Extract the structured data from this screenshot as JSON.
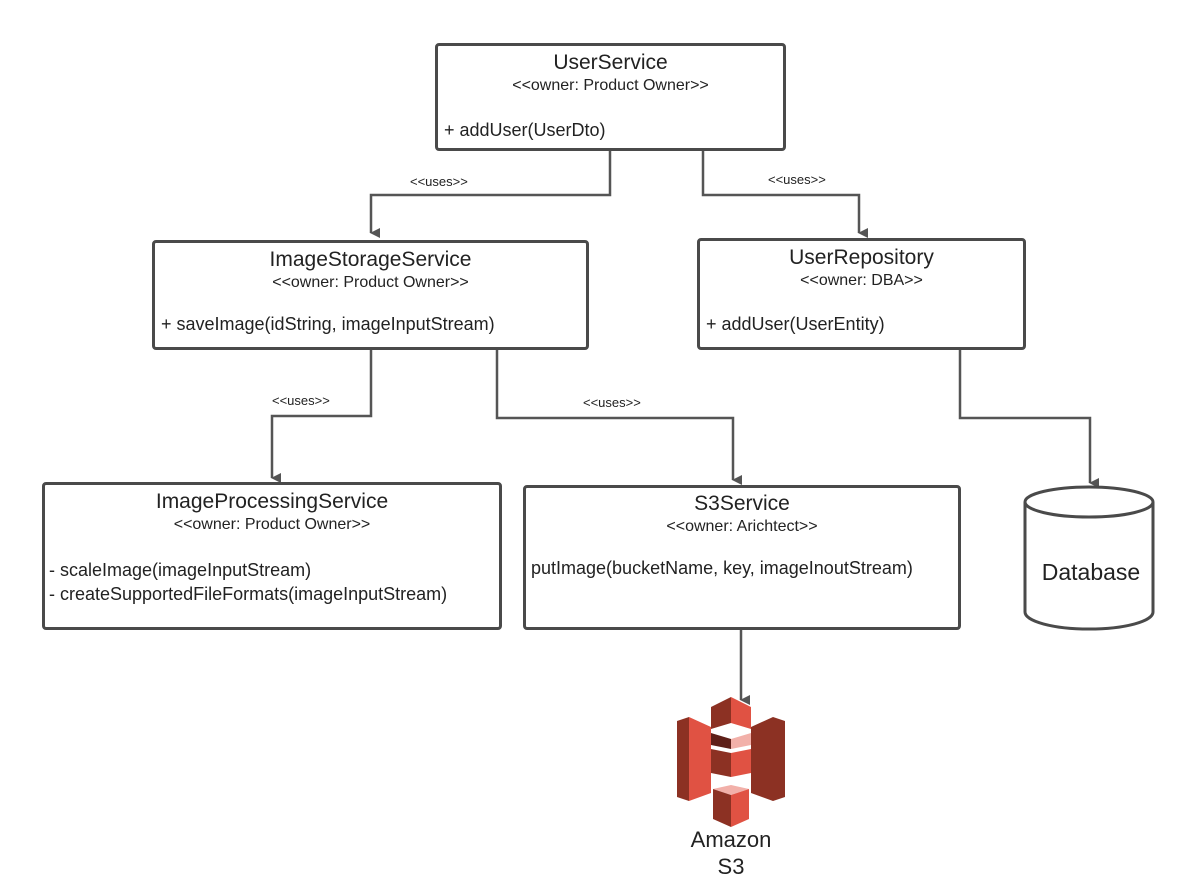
{
  "user_service": {
    "title": "UserService",
    "owner": "<<owner: Product Owner>>",
    "methods": [
      "+ addUser(UserDto)"
    ]
  },
  "image_storage_service": {
    "title": "ImageStorageService",
    "owner": "<<owner: Product Owner>>",
    "methods": [
      "+ saveImage(idString, imageInputStream)"
    ]
  },
  "user_repository": {
    "title": "UserRepository",
    "owner": "<<owner: DBA>>",
    "methods": [
      "+ addUser(UserEntity)"
    ]
  },
  "image_processing_service": {
    "title": "ImageProcessingService",
    "owner": "<<owner: Product Owner>>",
    "methods": [
      "- scaleImage(imageInputStream)",
      "- createSupportedFileFormats(imageInputStream)"
    ]
  },
  "s3_service": {
    "title": "S3Service",
    "owner": "<<owner: Arichtect>>",
    "methods": [
      "putImage(bucketName, key, imageInoutStream)"
    ]
  },
  "relations": [
    {
      "label": "<<uses>>"
    },
    {
      "label": "<<uses>>"
    },
    {
      "label": "<<uses>>"
    },
    {
      "label": "<<uses>>"
    }
  ],
  "database": {
    "label": "Database"
  },
  "amazon_s3": {
    "line1": "Amazon",
    "line2": "S3",
    "icon": "amazon-s3-icon"
  },
  "colors": {
    "line": "#555555",
    "s3_red": "#e05243",
    "s3_dark": "#8c3123"
  }
}
